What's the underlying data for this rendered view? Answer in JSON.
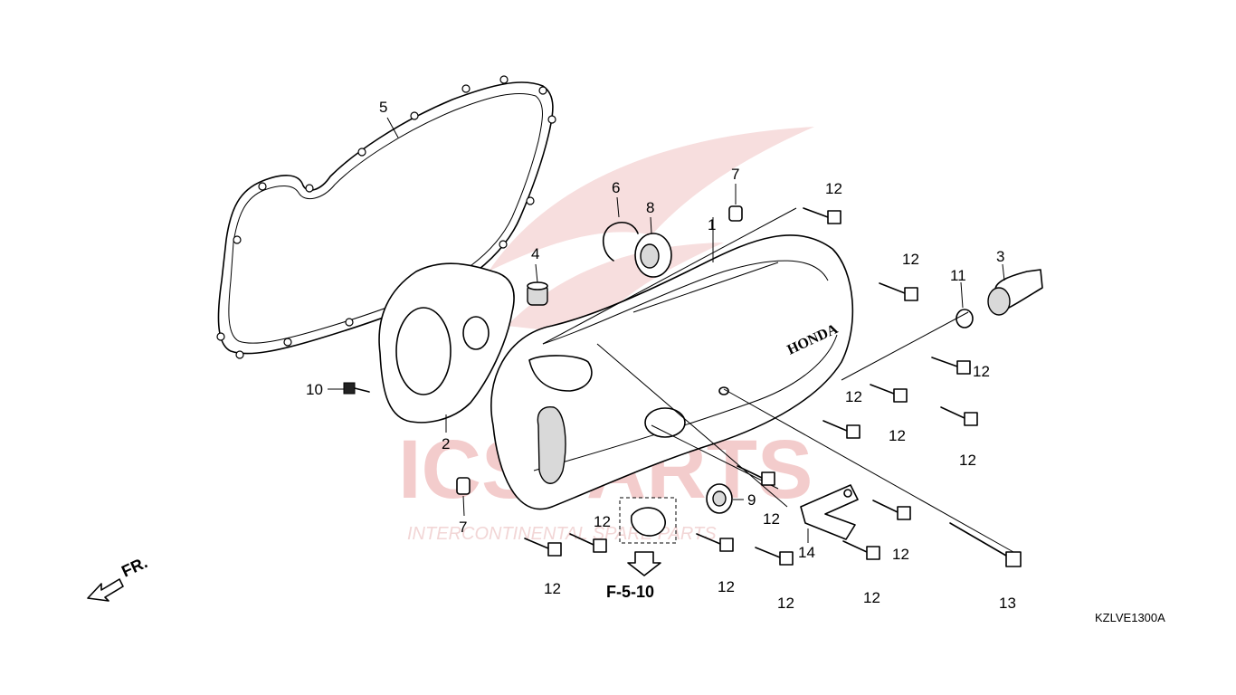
{
  "watermark": {
    "brand": "ICSPARTS",
    "tagline": "INTERCONTINENTAL SPARE PARTS"
  },
  "cover_logo": "HONDA",
  "reference": "F-5-10",
  "front_marker": "FR.",
  "diagram_code": "KZLVE1300A",
  "callouts": {
    "c1": "1",
    "c2": "2",
    "c3": "3",
    "c4": "4",
    "c5": "5",
    "c6": "6",
    "c7a": "7",
    "c7b": "7",
    "c8": "8",
    "c9": "9",
    "c10": "10",
    "c11": "11",
    "c12a": "12",
    "c12b": "12",
    "c12c": "12",
    "c12d": "12",
    "c12e": "12",
    "c12f": "12",
    "c12g": "12",
    "c12h": "12",
    "c12i": "12",
    "c12j": "12",
    "c12k": "12",
    "c12l": "12",
    "c12m": "12",
    "c13": "13",
    "c14": "14"
  },
  "colors": {
    "line": "#000000",
    "watermark": "#f3cccc"
  }
}
